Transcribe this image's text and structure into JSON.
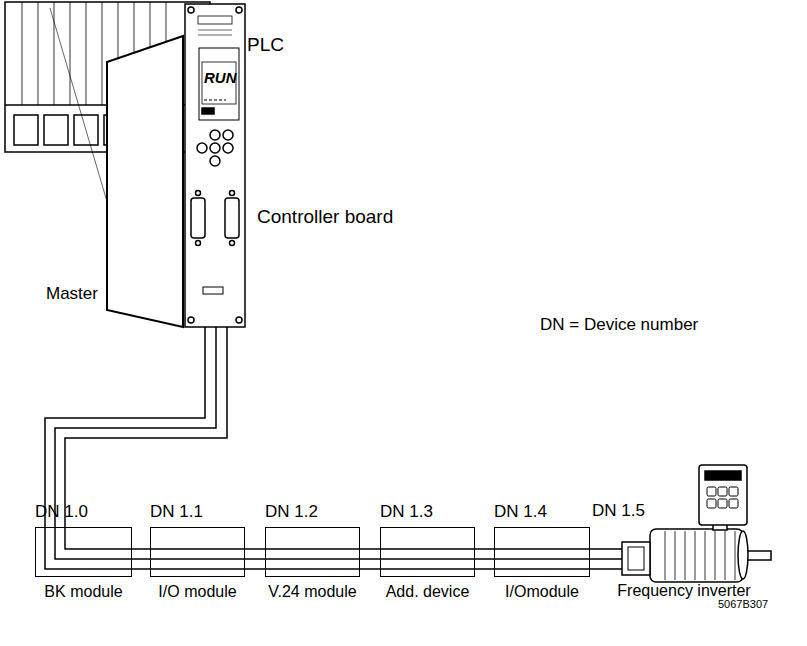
{
  "diagram": {
    "nodes": [
      {
        "text": [
          "DN 1.0",
          "BK module"
        ]
      },
      {
        "text": [
          "DN 1.1",
          "I/O module"
        ]
      },
      {
        "text": [
          "DN 1.2",
          "V.24 module"
        ]
      },
      {
        "text": [
          "DN 1.3",
          "Add. device"
        ]
      },
      {
        "text": [
          "DN 1.4",
          "I/Omodule"
        ]
      },
      {
        "text": [
          "DN 1.5",
          "Frequency inverter"
        ]
      }
    ],
    "edges": [
      {
        "from": 0,
        "to": 1,
        "arrow": "none"
      },
      {
        "from": 1,
        "to": 2,
        "arrow": "none"
      },
      {
        "from": 2,
        "to": 3,
        "arrow": "none"
      },
      {
        "from": 3,
        "to": 4,
        "arrow": "none"
      },
      {
        "from": 4,
        "to": 5,
        "arrow": "none"
      }
    ],
    "labels": [
      "PLC",
      "Controller board",
      "Master",
      "RUN",
      "DN = Device number",
      "5067B307"
    ]
  }
}
